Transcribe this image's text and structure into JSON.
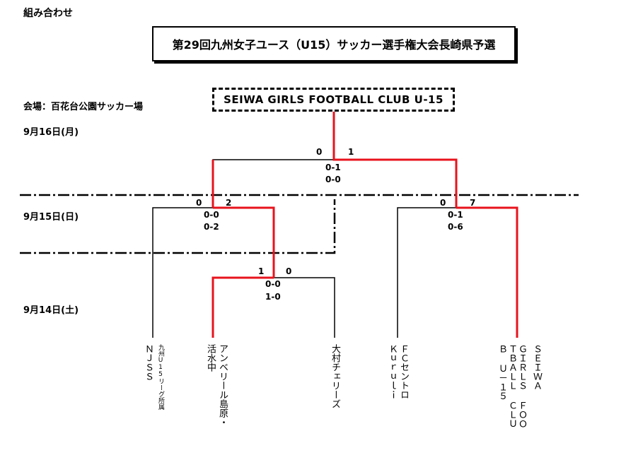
{
  "header": {
    "section_title": "組み合わせ"
  },
  "tournament": {
    "title": "第29回九州女子ユース（U15）サッカー選手権大会長崎県予選"
  },
  "venue": "会場：百花台公園サッカー場",
  "dates": {
    "final": "9月16日(月)",
    "semifinal": "9月15日(日)",
    "first_round": "9月14日(土)"
  },
  "champion": "SEIWA GIRLS FOOTBALL CLUB U-15",
  "colors": {
    "winner_line": "#e8131c",
    "line": "#000000"
  },
  "teams": [
    {
      "id": "njss",
      "name": "ＮＪＳＳ",
      "note": "九州U15リーグ所属"
    },
    {
      "id": "unbelir",
      "name": "アンベリール島原・",
      "note": "活水中"
    },
    {
      "id": "omura",
      "name": "大村チェリーズ",
      "note": ""
    },
    {
      "id": "kuruli",
      "name": "ＦＣセントロ",
      "note": "Ｋｕｒｕｌｉ"
    },
    {
      "id": "seiwa",
      "name": "ＳＥＩＷＡ",
      "note": "ＧＩＲＬＳ ＦＯＯＴＢＡＬＬ ＣＬＵＢ Ｕ－１５"
    }
  ],
  "matches": {
    "first_round": {
      "left": "1",
      "right": "0",
      "half1": "0-0",
      "half2": "1-0"
    },
    "semi_left": {
      "left": "0",
      "right": "2",
      "half1": "0-0",
      "half2": "0-2"
    },
    "semi_right": {
      "left": "0",
      "right": "7",
      "half1": "0-1",
      "half2": "0-6"
    },
    "final": {
      "left": "0",
      "right": "1",
      "half1": "0-1",
      "half2": "0-0"
    }
  }
}
